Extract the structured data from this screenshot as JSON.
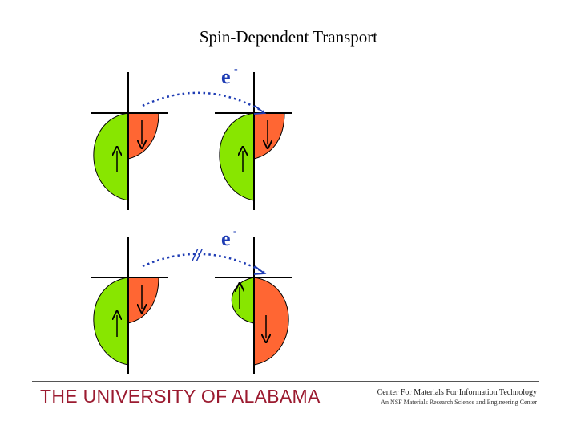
{
  "slide": {
    "title": "Spin-Dependent Transport"
  },
  "diagram": {
    "electron_label": "e",
    "electron_charge": "-",
    "blocked_mark": "//",
    "colors": {
      "spin_up_band": "#88e600",
      "spin_down_band": "#ff6633",
      "hop_arrow": "#1e3cb4",
      "axis": "#000000"
    },
    "panels": [
      {
        "name": "parallel",
        "left_electrode": "majority-up",
        "right_electrode": "majority-up",
        "transport": "allowed"
      },
      {
        "name": "antiparallel",
        "left_electrode": "majority-up",
        "right_electrode": "majority-down",
        "transport": "blocked"
      }
    ]
  },
  "footer": {
    "university": "THE UNIVERSITY OF ALABAMA",
    "center_name": "Center For Materials For Information Technology",
    "center_subtitle": "An NSF Materials Research Science and Engineering Center",
    "university_color": "#9b1b30"
  }
}
